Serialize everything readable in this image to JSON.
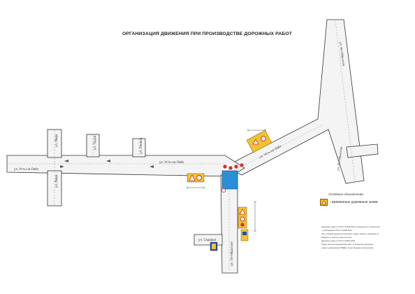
{
  "title": "ОРГАНИЗАЦИЯ ДВИЖЕНИЯ ПРИ ПРОИЗВОДСТВЕ ДОРОЖНЫХ РАБОТ",
  "legend": {
    "title": "Условные обозначения:",
    "items": [
      {
        "icon": "temporary-road-sign-icon",
        "label": "- временные дорожные знаки"
      }
    ]
  },
  "notes": [
    "Дорожные знаки по ГОСТ Р 52290-2004, установлены в соответствии",
    "с требованиями ГОСТ Р 52289-2004.",
    "При установке временных дорожных знаков, обратить внимание на",
    "Размеры по чертежу даны в метрах.",
    "Дорожные знаки по ГОСТ Р 52290-2004.",
    "Перед началом производства работ по дорожному движению",
    "схему с управлением ГИБДД и ответственным исполнителем."
  ],
  "streets": [
    {
      "id": "ust-na-labe-west",
      "label": "ул. Усть-на-Лабе"
    },
    {
      "id": "mira-north",
      "label": "ул. Мира"
    },
    {
      "id": "mira-south",
      "label": "ул. Мира"
    },
    {
      "id": "trud",
      "label": "ул. Труда"
    },
    {
      "id": "lenina",
      "label": "ул. Ленина"
    },
    {
      "id": "ust-na-labe-mid",
      "label": "ул. Усть-на-Лабе"
    },
    {
      "id": "ust-na-labe-east",
      "label": "ул. Усть-на-Лабе"
    },
    {
      "id": "oktyabrskaya-north",
      "label": "ул. Октябрьская"
    },
    {
      "id": "oktyabrskaya-south",
      "label": "ул. Октябрьская"
    },
    {
      "id": "oktyabrskaya-east",
      "label": "ул. Октябрьская"
    },
    {
      "id": "sadovaya",
      "label": "ул. Садовая"
    }
  ],
  "work_zone": {
    "color": "#2a8fd6"
  },
  "road": {
    "fill": "#f4f4f4",
    "edge": "#333333"
  },
  "sign_colors": {
    "temporary_bg": "#f1c232",
    "prohibit": "#d32f2f",
    "info": "#1f4fb0"
  }
}
